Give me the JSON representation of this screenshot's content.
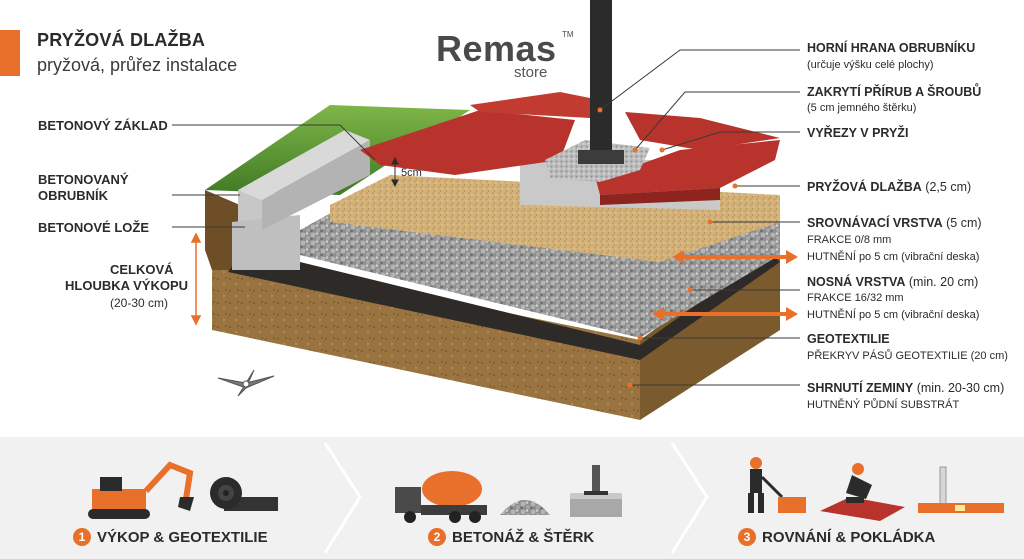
{
  "header": {
    "title": "PRYŽOVÁ DLAŽBA",
    "subtitle": "pryžová, průřez instalace"
  },
  "brand": {
    "name": "Remas",
    "tm": "TM",
    "sub": "store"
  },
  "left_labels": {
    "betonovy_zaklad": "BETONOVÝ ZÁKLAD",
    "betonovany_obrubnik_1": "BETONOVANÝ",
    "betonovany_obrubnik_2": "OBRUBNÍK",
    "betonove_loze": "BETONOVÉ LOŽE",
    "celkova_1": "CELKOVÁ",
    "celkova_2": "HLOUBKA VÝKOPU",
    "celkova_3": "(20-30 cm)"
  },
  "diagram_labels": {
    "dim_5cm": "5cm",
    "dim_20cm": "20 cm"
  },
  "right_labels": {
    "horni_hrana": "HORNÍ HRANA OBRUBNÍKU",
    "horni_hrana_note": "(určuje výšku celé plochy)",
    "zakryti": "ZAKRYTÍ PŘÍRUB A ŠROUBŮ",
    "zakryti_note": "(5 cm jemného štěrku)",
    "vyrezy": "VYŘEZY V PRYŽI",
    "pryzova_bold": "PRYŽOVÁ DLAŽBA",
    "pryzova_rest": " (2,5 cm)",
    "srovnavaci_bold": "SROVNÁVACÍ VRSTVA",
    "srovnavaci_rest": " (5 cm)",
    "frakce_1": "FRAKCE 0/8 mm",
    "hutneni_1": "HUTNĚNÍ po 5 cm (vibrační deska)",
    "nosna_bold": "NOSNÁ VRSTVA",
    "nosna_rest": " (min. 20 cm)",
    "frakce_2": "FRAKCE 16/32 mm",
    "hutneni_2": "HUTNĚNÍ po 5 cm (vibrační deska)",
    "geotextilie": "GEOTEXTILIE",
    "geotextilie_note": "PŘEKRYV PÁSŮ GEOTEXTILIE (20 cm)",
    "shrnuti_bold": "SHRNUTÍ ZEMINY",
    "shrnuti_rest": " (min. 20-30 cm)",
    "shrnuti_note": "HUTNĚNÝ PŮDNÍ SUBSTRÁT"
  },
  "steps": [
    {
      "num": "1",
      "label": "VÝKOP & GEOTEXTILIE",
      "icons": [
        "excavator-icon",
        "geotextile-roll-icon"
      ]
    },
    {
      "num": "2",
      "label": "BETONÁŽ & ŠTĚRK",
      "icons": [
        "concrete-mixer-truck-icon",
        "gravel-pile-icon",
        "post-base-icon"
      ]
    },
    {
      "num": "3",
      "label": "ROVNÁNÍ & POKLÁDKA",
      "icons": [
        "plate-compactor-worker-icon",
        "tile-laying-worker-icon",
        "spirit-level-icon"
      ]
    }
  ],
  "colors": {
    "accent": "#e8702a",
    "rubber_red": "#b8332b",
    "soil": "#9a7440",
    "gravel": "#9a9a9a",
    "sand": "#d3b27a",
    "geotextile": "#2e2a28"
  }
}
